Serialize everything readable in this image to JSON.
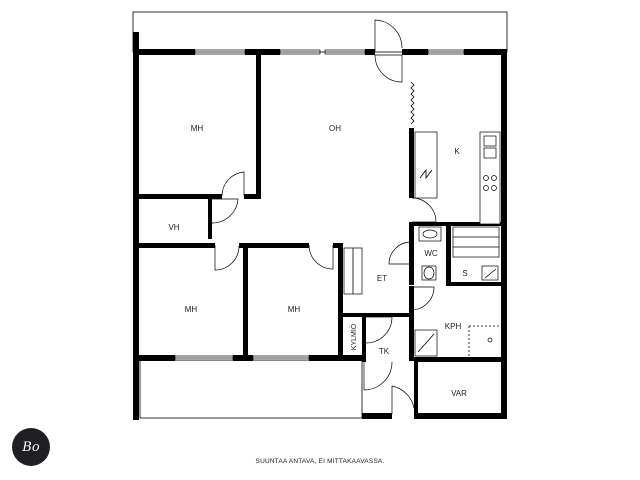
{
  "rooms": {
    "mh_top": "MH",
    "oh": "OH",
    "k": "K",
    "vh": "VH",
    "wc": "WC",
    "s": "S",
    "et": "ET",
    "mh_left": "MH",
    "mh_mid": "MH",
    "kylmio": "KYLMIÖ",
    "kph": "KPH",
    "tk": "TK",
    "var": "VAR"
  },
  "logo": {
    "text": "Bo",
    "icon": "bo-logo-icon"
  },
  "disclaimer": "SUUNTAA ANTAVA, EI MITTAKAAVASSA."
}
